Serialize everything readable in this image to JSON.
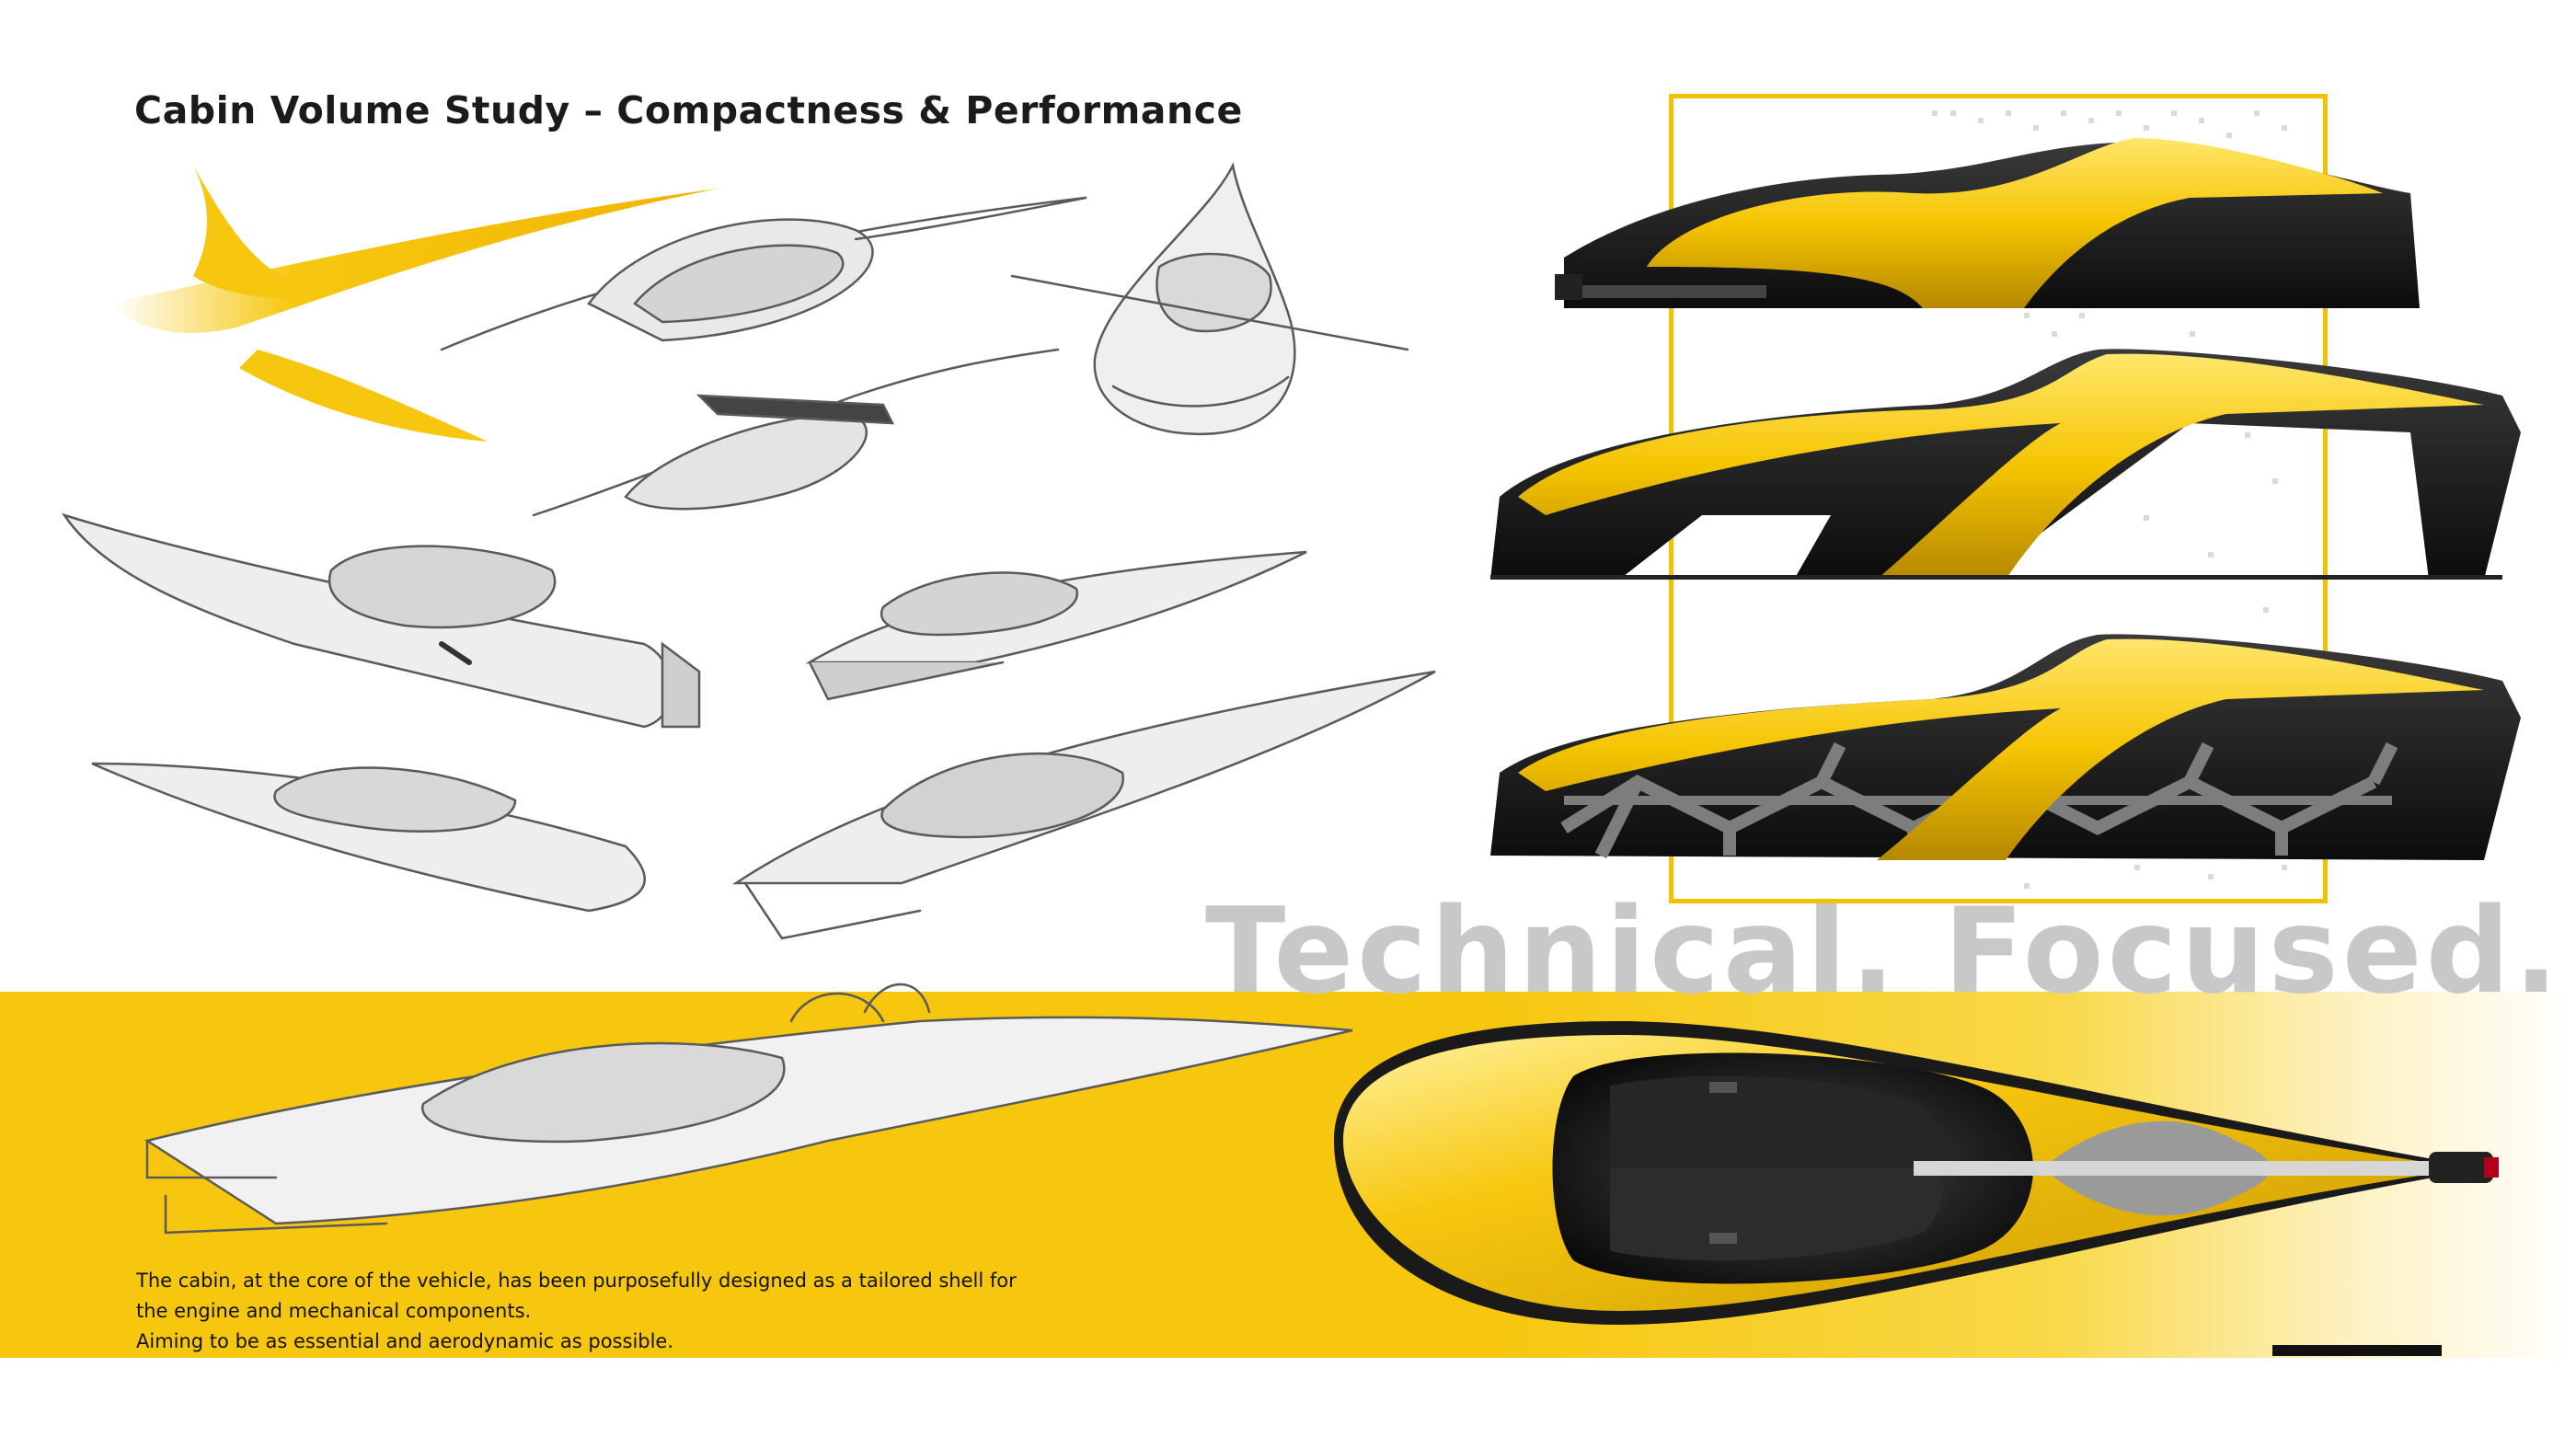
{
  "board": {
    "title": "Cabin Volume Study – Compactness & Performance",
    "tagline": "Technical. Focused.",
    "caption_lines": [
      "The cabin, at the core of the vehicle, has been purposefully designed as a tailored shell for",
      "the engine and mechanical components.",
      "Aiming to be as essential and aerodynamic as possible."
    ]
  },
  "colors": {
    "accent_yellow": "#f7c710",
    "dark_body": "#1a1a1a",
    "sketch_gray": "#5a5a5a",
    "tagline_gray": "#c8c8c8"
  },
  "figures": {
    "sketches": "pencil concept sketches of cabin shell",
    "side_renders": "three side-view renders: closed shell, open shell, lattice structure",
    "top_render": "top-view render of yellow cabin shell"
  }
}
